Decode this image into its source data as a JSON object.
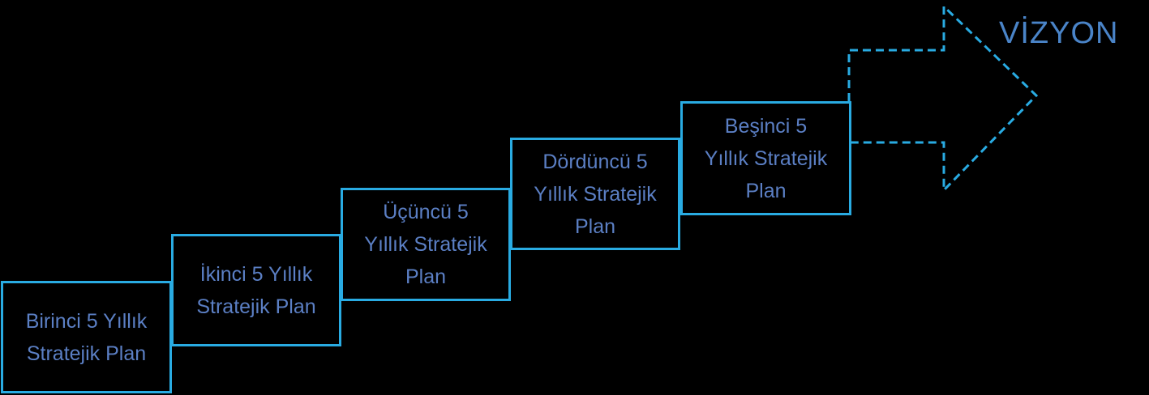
{
  "steps": [
    {
      "label": "Birinci 5 Yıllık\nStratejik Plan"
    },
    {
      "label": "İkinci 5 Yıllık\nStratejik Plan"
    },
    {
      "label": "Üçüncü 5\nYıllık Stratejik\nPlan"
    },
    {
      "label": "Dördüncü 5\nYıllık Stratejik\nPlan"
    },
    {
      "label": "Beşinci 5\nYıllık Stratejik\nPlan"
    }
  ],
  "vision": {
    "label": "VİZYON"
  },
  "colors": {
    "box_border": "#29abe2",
    "text": "#5b7fc4",
    "vision_text": "#4a84c8",
    "background": "#000000"
  },
  "icons": {
    "arrow": "dashed-right-arrow-icon"
  }
}
